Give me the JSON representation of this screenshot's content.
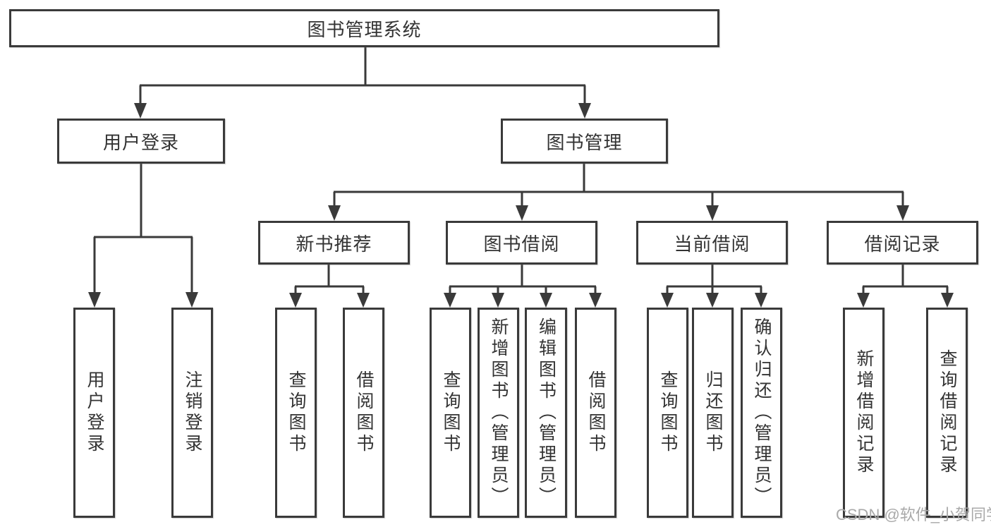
{
  "diagram": {
    "root": {
      "label": "图书管理系统"
    },
    "level2": [
      {
        "label": "用户登录"
      },
      {
        "label": "图书管理"
      }
    ],
    "level3": [
      {
        "label": "新书推荐"
      },
      {
        "label": "图书借阅"
      },
      {
        "label": "当前借阅"
      },
      {
        "label": "借阅记录"
      }
    ],
    "leaves": {
      "user_login": [
        {
          "label": "用户登录"
        },
        {
          "label": "注销登录"
        }
      ],
      "new_book_recommend": [
        {
          "label": "查询图书"
        },
        {
          "label": "借阅图书"
        }
      ],
      "book_borrow": [
        {
          "label": "查询图书"
        },
        {
          "label": "新增图书（管理员）"
        },
        {
          "label": "编辑图书（管理员）"
        },
        {
          "label": "借阅图书"
        }
      ],
      "current_borrow": [
        {
          "label": "查询图书"
        },
        {
          "label": "归还图书"
        },
        {
          "label": "确认归还（管理员）"
        }
      ],
      "borrow_records": [
        {
          "label": "新增借阅记录"
        },
        {
          "label": "查询借阅记录"
        }
      ]
    }
  },
  "watermark": {
    "text": "CSDN @软件_小贺同学"
  },
  "colors": {
    "line": "#3a3a3a",
    "box_border": "#3a3a3a",
    "box_fill": "#ffffff",
    "text": "#333333",
    "watermark": "#a9a9a9",
    "background": "#ffffff"
  }
}
